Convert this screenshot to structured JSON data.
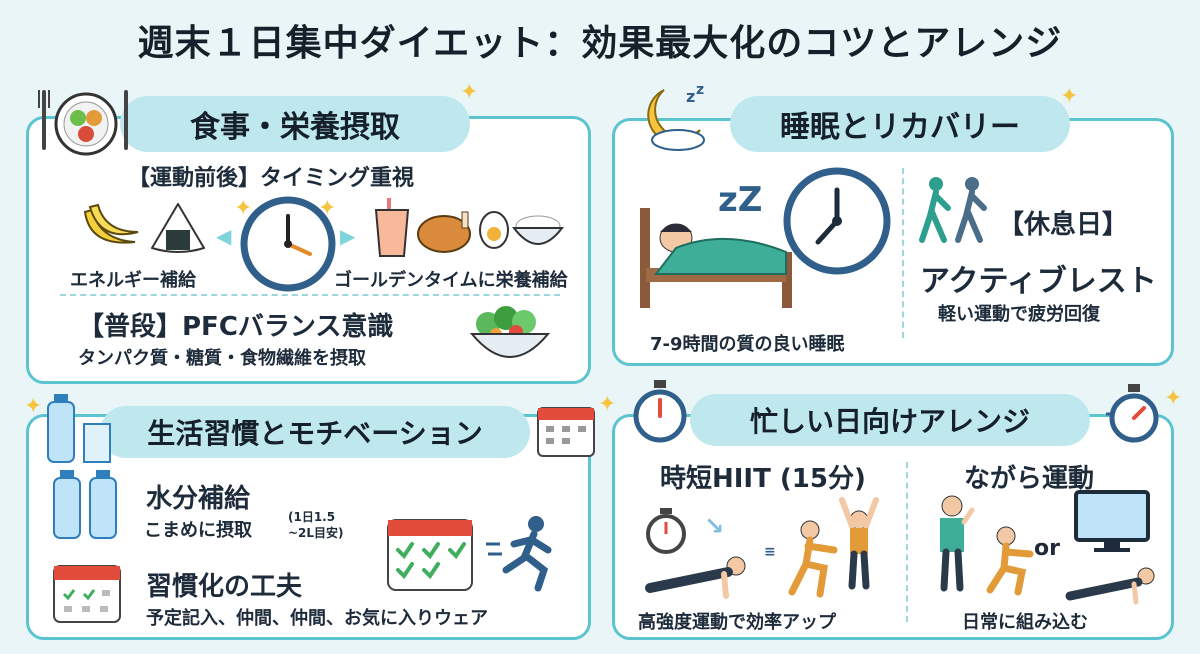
{
  "title": "週末１日集中ダイエット：効果最大化のコツとアレンジ",
  "food": {
    "heading": "食事・栄養摂取",
    "timing_label": "【運動前後】タイミング重視",
    "before_caption": "エネルギー補給",
    "after_caption": "ゴールデンタイムに栄養補給",
    "pfc_label": "【普段】PFCバランス意識",
    "pfc_detail": "タンパク質・糖質・食物繊維を摂取"
  },
  "sleep": {
    "heading": "睡眠とリカバリー",
    "sleep_caption": "7-9時間の質の良い睡眠",
    "rest_day_label": "【休息日】",
    "active_rest": "アクティブレスト",
    "active_rest_detail": "軽い運動で疲労回復"
  },
  "habits": {
    "heading": "生活習慣とモチベーション",
    "water_label": "水分補給",
    "water_detail": "こまめに摂取",
    "water_note_line1": "(1日1.5",
    "water_note_line2": "~2L目安)",
    "habit_label": "習慣化の工夫",
    "habit_detail": "予定記入、仲間、仲間、お気に入りウェア"
  },
  "busy": {
    "heading": "忙しい日向けアレンジ",
    "hiit_label": "時短HIIT (15分)",
    "hiit_caption": "高強度運動で効率アップ",
    "nagara_label": "ながら運動",
    "or_text": "or",
    "nagara_caption": "日常に組み込む"
  },
  "colors": {
    "accent": "#5cc4cf",
    "pill": "#bfe8ee",
    "clock_blue": "#2f5f8a",
    "bed_green": "#3fae98",
    "figure_teal": "#2e9e8e"
  },
  "icons": [
    "plate-icon",
    "moon-icon",
    "clock-icon",
    "bottle-icon",
    "calendar-icon",
    "stopwatch-icon",
    "banana-icon",
    "onigiri-icon",
    "drink-icon",
    "chicken-icon",
    "egg-icon",
    "rice-icon",
    "salad-icon",
    "bed-icon",
    "walking-people-icon",
    "runner-icon",
    "pushup-icon",
    "squat-icon",
    "jump-icon",
    "tv-icon",
    "toothbrush-person-icon"
  ]
}
